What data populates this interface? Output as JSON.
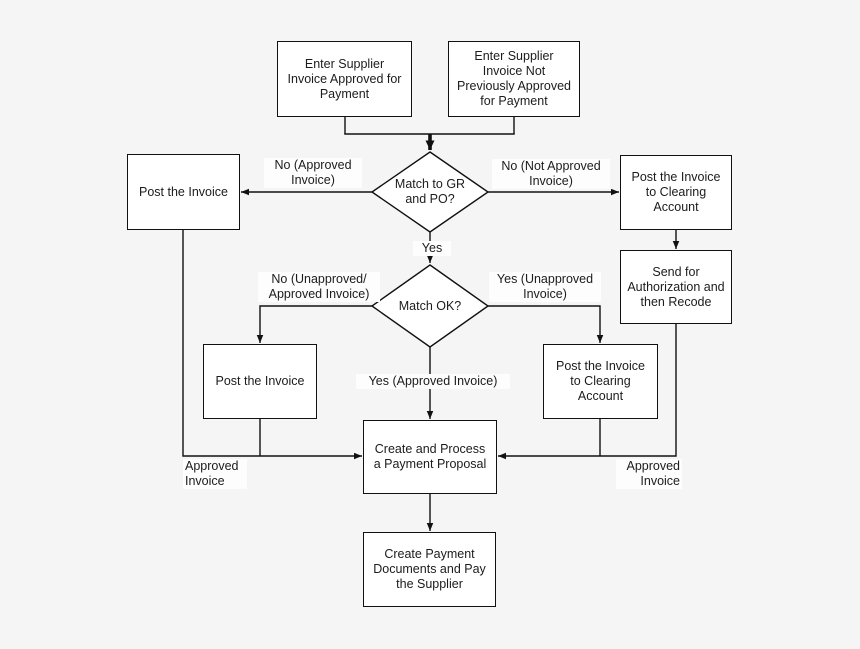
{
  "page": {
    "background_color": "#f5f5f5",
    "box_fill_color": "#ffffff",
    "line_color": "#111111",
    "text_color": "#1c1c1c"
  },
  "nodes": {
    "enter_approved": {
      "label": "Enter Supplier\nInvoice Approved for\nPayment"
    },
    "enter_not_approved": {
      "label": "Enter Supplier\nInvoice Not\nPreviously Approved\nfor Payment"
    },
    "post_invoice_left": {
      "label": "Post the Invoice"
    },
    "post_clearing_top": {
      "label": "Post the Invoice\nto Clearing\nAccount"
    },
    "send_authorization": {
      "label": "Send for\nAuthorization and\nthen Recode"
    },
    "match_gr_po": {
      "label": "Match to GR\nand PO?"
    },
    "match_ok": {
      "label": "Match OK?"
    },
    "post_invoice_mid": {
      "label": "Post the Invoice"
    },
    "post_clearing_mid": {
      "label": "Post the Invoice\nto Clearing\nAccount"
    },
    "create_process_proposal": {
      "label": "Create and Process\na Payment Proposal"
    },
    "create_payment_documents": {
      "label": "Create Payment\nDocuments and Pay\nthe Supplier"
    }
  },
  "edge_labels": {
    "no_approved": "No (Approved\nInvoice)",
    "no_not_approved": "No (Not Approved\nInvoice)",
    "yes": "Yes",
    "no_unapproved": "No (Unapproved/\nApproved Invoice)",
    "yes_unapproved": "Yes (Unapproved\nInvoice)",
    "yes_approved": "Yes (Approved Invoice)",
    "approved_invoice_left": "Approved\nInvoice",
    "approved_invoice_right": "Approved\nInvoice"
  }
}
